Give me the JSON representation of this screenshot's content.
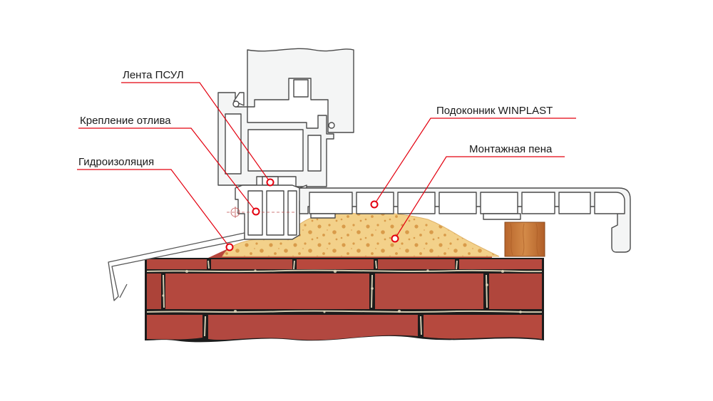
{
  "labels": {
    "psul_tape": "Лента ПСУЛ",
    "drip_mount": "Крепление отлива",
    "waterproofing": "Гидроизоляция",
    "sill": "Подоконник WINPLAST",
    "foam": "Монтажная пена"
  },
  "colors": {
    "leader": "#e3000f",
    "brick": "#b4483e",
    "mortar": "#e6dcc0",
    "foam": "#f3d18a",
    "wood": "#c9793a",
    "profile_fill": "#ffffff",
    "frame_fill": "#f4f5f5",
    "stroke": "#4a4a4a"
  }
}
